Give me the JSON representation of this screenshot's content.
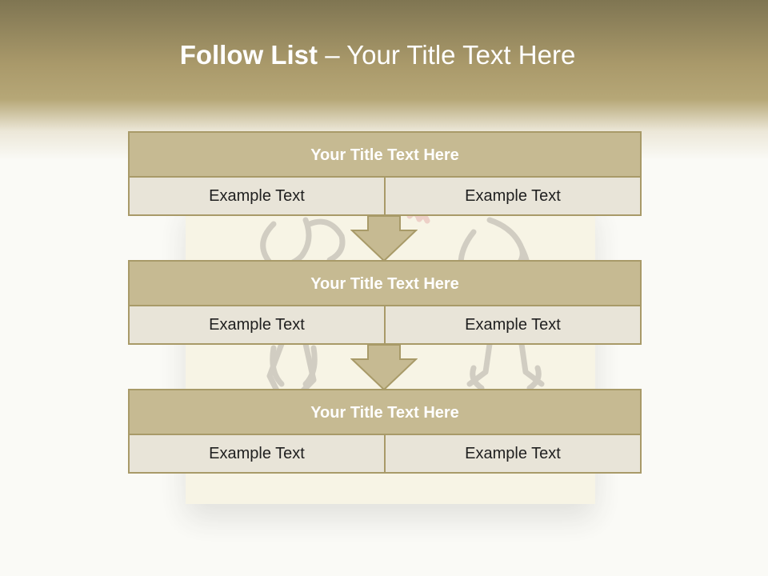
{
  "slide": {
    "title_bold": "Follow List",
    "title_sep": "–",
    "title_rest": "Your Title Text Here"
  },
  "steps": [
    {
      "title": "Your Title Text Here",
      "left_text": "Example Text",
      "right_text": "Example Text"
    },
    {
      "title": "Your Title Text Here",
      "left_text": "Example Text",
      "right_text": "Example Text"
    },
    {
      "title": "Your Title Text Here",
      "left_text": "Example Text",
      "right_text": "Example Text"
    }
  ],
  "colors": {
    "header_fill": "#c6ba92",
    "cell_fill": "#e8e4d8",
    "border": "#a89a68",
    "band_top": "#7f7552"
  }
}
